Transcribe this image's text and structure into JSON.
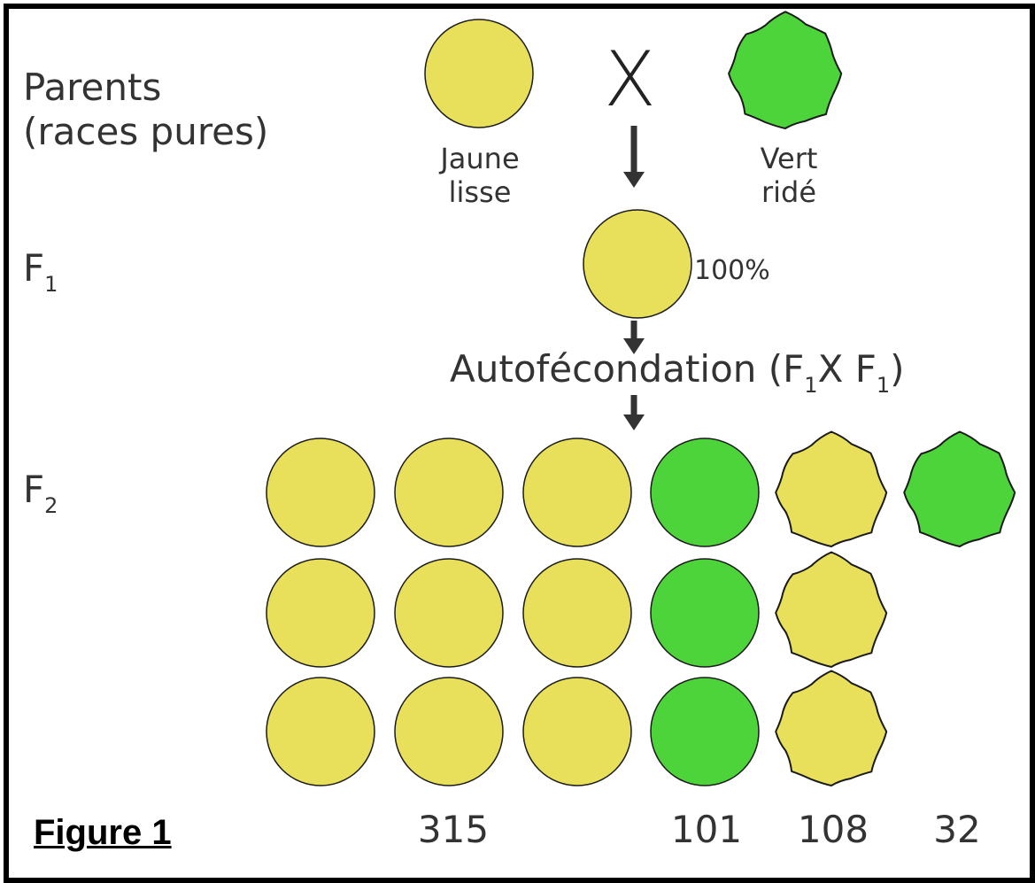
{
  "figure_label": "Figure 1",
  "parents": {
    "label_line1": "Parents",
    "label_line2": "(races pures)",
    "cross_symbol": "X",
    "left": {
      "line1": "Jaune",
      "line2": "lisse",
      "color": "yellow",
      "shape": "smooth"
    },
    "right": {
      "line1": "Vert",
      "line2": "ridé",
      "color": "green",
      "shape": "wrinkled"
    }
  },
  "f1": {
    "label_base": "F",
    "label_sub": "1",
    "percent": "100%",
    "pea": {
      "color": "yellow",
      "shape": "smooth"
    }
  },
  "autof": {
    "text": "Autofécondation (F",
    "sub1": "1",
    "mid": "X F",
    "sub2": "1",
    "end": ")"
  },
  "f2": {
    "label_base": "F",
    "label_sub": "2",
    "groups": [
      {
        "count": "315",
        "color": "yellow",
        "shape": "smooth",
        "pea_count": 9
      },
      {
        "count": "101",
        "color": "green",
        "shape": "smooth",
        "pea_count": 3
      },
      {
        "count": "108",
        "color": "yellow",
        "shape": "wrinkled",
        "pea_count": 3
      },
      {
        "count": "32",
        "color": "green",
        "shape": "wrinkled",
        "pea_count": 1
      }
    ]
  },
  "colors": {
    "yellow": "#e8e05a",
    "green": "#4cd43a",
    "outline": "#1a1a1a",
    "arrow": "#333333"
  }
}
